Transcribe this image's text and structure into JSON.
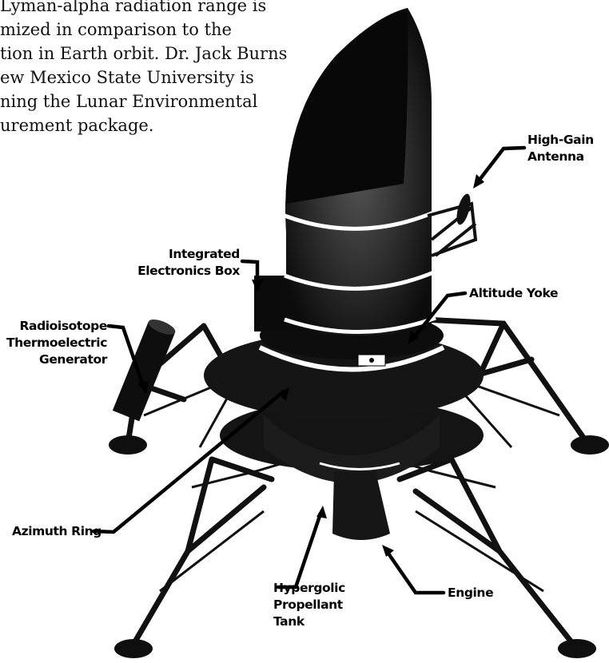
{
  "intro_text": {
    "lines": [
      "Lyman-alpha radiation range is",
      "mized in comparison to the",
      "tion in Earth orbit. Dr. Jack Burns",
      "ew Mexico State University is",
      "ning the Lunar Environmental",
      "urement package."
    ]
  },
  "labels": {
    "high_gain_antenna": [
      "High-Gain",
      "Antenna"
    ],
    "integrated_electronics_box": [
      "Integrated",
      "Electronics Box"
    ],
    "altitude_yoke": "Altitude Yoke",
    "rtg": [
      "Radioisotope",
      "Thermoelectric",
      "Generator"
    ],
    "azimuth_ring": "Azimuth Ring",
    "engine": "Engine",
    "propellant_tank": [
      "Hypergolic",
      "Propellant",
      "Tank"
    ]
  }
}
